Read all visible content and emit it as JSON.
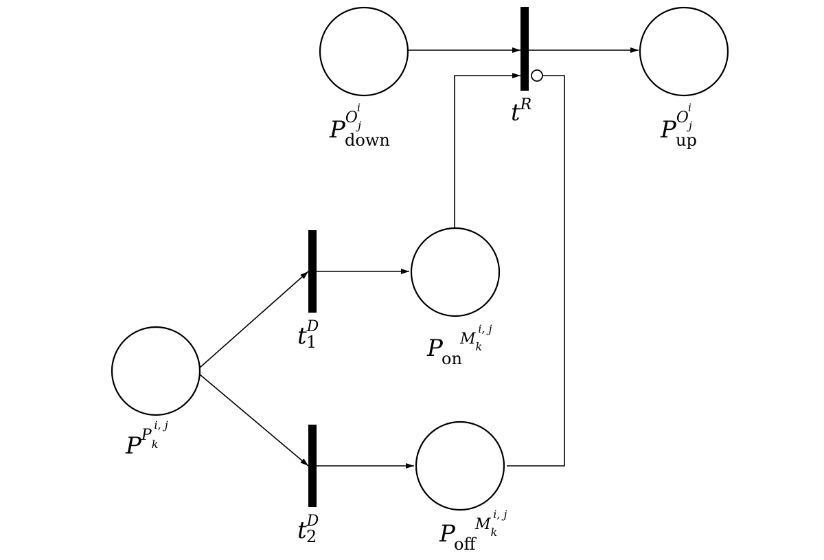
{
  "places": {
    "p_down": {
      "base": "P",
      "sub": "down",
      "sup": "O",
      "sup_sub": "j",
      "sup_sup": "i"
    },
    "p_up": {
      "base": "P",
      "sub": "up",
      "sup": "O",
      "sup_sub": "j",
      "sup_sup": "i"
    },
    "p_on": {
      "base": "P",
      "sub": "on",
      "sup": "M",
      "sup_sub": "k",
      "sup_sup": "i, j"
    },
    "p_off": {
      "base": "P",
      "sub": "off",
      "sup": "M",
      "sup_sub": "k",
      "sup_sup": "i, j"
    },
    "p_k": {
      "base": "P",
      "sup": "P",
      "sup_sub": "k",
      "sup_sup": "i, j"
    }
  },
  "transitions": {
    "t_r": {
      "base": "t",
      "sup": "R"
    },
    "t1_d": {
      "base": "t",
      "sup": "D",
      "sub": "1"
    },
    "t2_d": {
      "base": "t",
      "sup": "D",
      "sub": "2"
    }
  }
}
